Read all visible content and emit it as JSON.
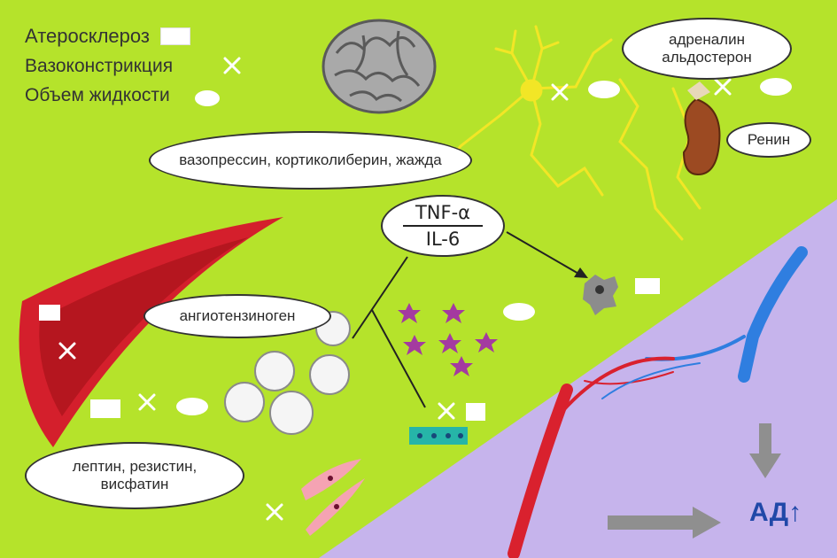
{
  "legend": {
    "items": [
      {
        "label": "Атеросклероз",
        "marker": "white-square"
      },
      {
        "label": "Вазоконстрикция",
        "marker": "cross"
      },
      {
        "label": "Объем жидкости",
        "marker": "speech-bubble"
      }
    ]
  },
  "bubbles": {
    "vasopressin": "вазопрессин, кортиколиберин, жажда",
    "adrenaline": "адреналин альдостерон",
    "renin": "Ренин",
    "tnf_top": "TNF-α",
    "tnf_bottom": "IL-6",
    "angiotensinogen": "ангиотензиноген",
    "leptin": "лептин, резистин, висфатин"
  },
  "result_label": "АД",
  "result_arrow": "↑",
  "colors": {
    "background": "#b5e32b",
    "purple_zone": "#c6b4ec",
    "artery": "#d9212e",
    "vein": "#2f7ee0",
    "nerve": "#f2e626",
    "brain": "#a6a6a6",
    "kidney": "#9c4a22",
    "cytokine_star": "#a43aa0",
    "arrow_gray": "#8f8f8f",
    "result_text": "#2048a8"
  }
}
